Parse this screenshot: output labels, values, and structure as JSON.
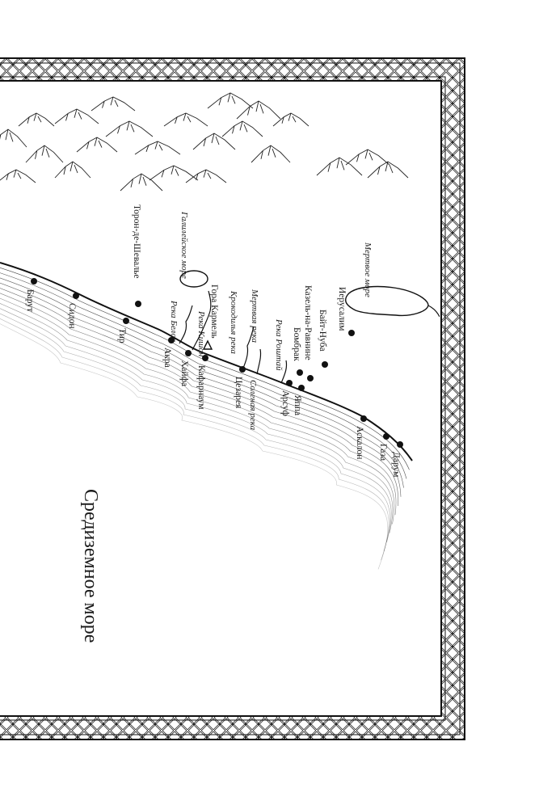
{
  "map": {
    "sea_label": "Средиземное море",
    "lakes": [
      {
        "id": "galilee",
        "label": "Галилейское море"
      },
      {
        "id": "dead",
        "label": "Мертвое море"
      }
    ],
    "rivers": [
      {
        "id": "belos",
        "label": "Река Белос"
      },
      {
        "id": "kishon",
        "label": "Река Кишон"
      },
      {
        "id": "crocodile",
        "label": "Крокодилья река"
      },
      {
        "id": "dead_river",
        "label": "Мертвая река"
      },
      {
        "id": "salt",
        "label": "Соленая река"
      },
      {
        "id": "roitai",
        "label": "Река Роштай"
      }
    ],
    "cities": [
      {
        "id": "barut",
        "label": "Барут"
      },
      {
        "id": "sidon",
        "label": "Сидон"
      },
      {
        "id": "tir",
        "label": "Тир"
      },
      {
        "id": "toron",
        "label": "Торон-де-Шевалье"
      },
      {
        "id": "akra",
        "label": "Акра"
      },
      {
        "id": "haifa",
        "label": "Хайфа"
      },
      {
        "id": "karmel",
        "label": "Гора Кармель"
      },
      {
        "id": "kafarnaum",
        "label": "Кафарнаум"
      },
      {
        "id": "caesarea",
        "label": "Цезарея"
      },
      {
        "id": "arsuf",
        "label": "Арсуф"
      },
      {
        "id": "yaffa",
        "label": "Яппа"
      },
      {
        "id": "bombrak",
        "label": "Бомбрак"
      },
      {
        "id": "kazel",
        "label": "Казель-на-Равнине"
      },
      {
        "id": "bait",
        "label": "Байт-Нуба"
      },
      {
        "id": "jerusalem",
        "label": "Иерусалим"
      },
      {
        "id": "askalon",
        "label": "Аскалон"
      },
      {
        "id": "gaza",
        "label": "Газа"
      },
      {
        "id": "darum",
        "label": "Дарум"
      }
    ]
  }
}
